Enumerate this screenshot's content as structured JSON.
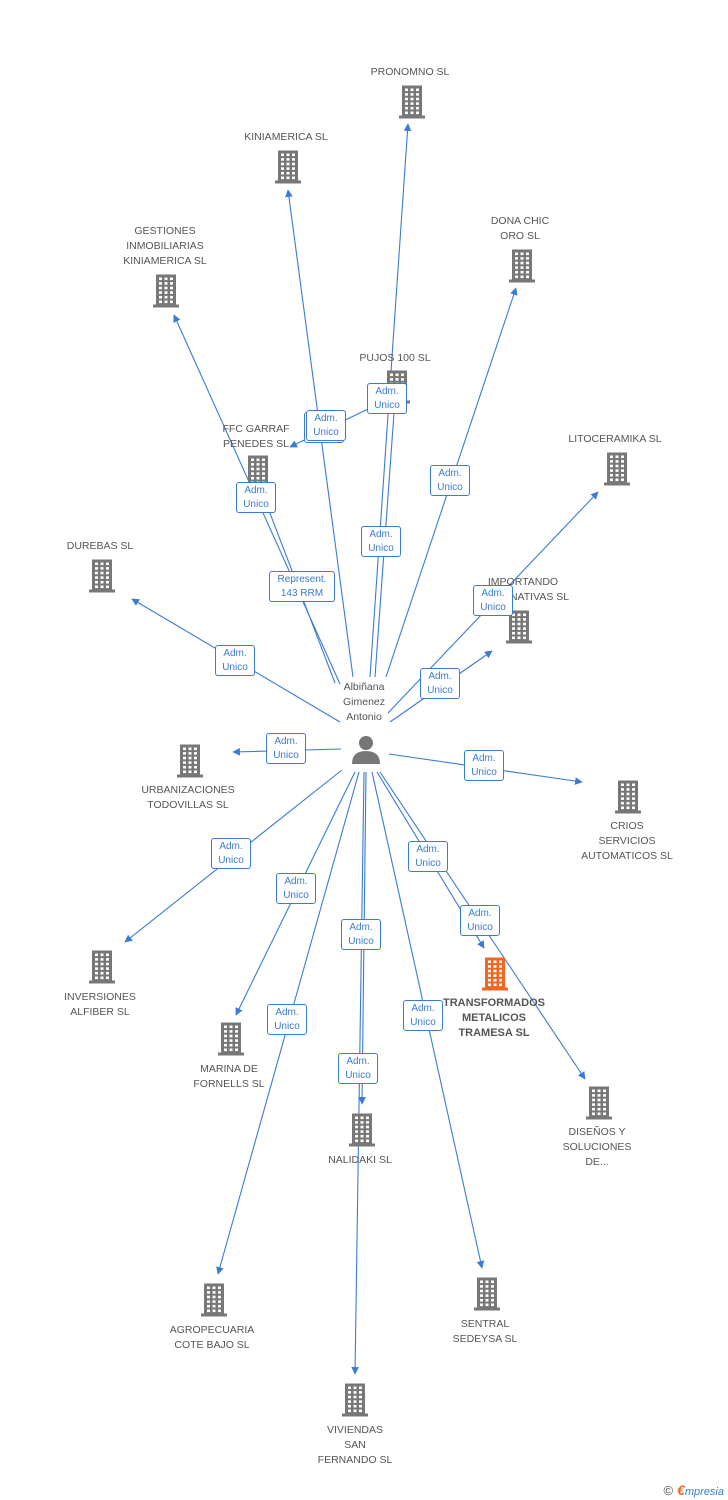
{
  "colors": {
    "edge": "#3a7bd5",
    "building": "#777777",
    "building_main": "#f26522",
    "person": "#777777"
  },
  "center": {
    "label": "Albiñana\nGimenez\nAntonio",
    "icon": "person-icon"
  },
  "nodes": [
    {
      "id": "pronomno",
      "label": "PRONOMNO SL"
    },
    {
      "id": "kiniamerica",
      "label": "KINIAMERICA SL"
    },
    {
      "id": "gestiones",
      "label": "GESTIONES\nINMOBILIARIAS\nKINIAMERICA SL"
    },
    {
      "id": "dona",
      "label": "DONA CHIC\nORO SL"
    },
    {
      "id": "pujos",
      "label": "PUJOS 100 SL"
    },
    {
      "id": "ffc",
      "label": "FFC GARRAF\nPENEDES SL"
    },
    {
      "id": "litoceramika",
      "label": "LITOCERAMIKA SL"
    },
    {
      "id": "durebas",
      "label": "DUREBAS SL"
    },
    {
      "id": "importando",
      "label": "IMPORTANDO\nALTERNATIVAS SL"
    },
    {
      "id": "urbanizaciones",
      "label": "URBANIZACIONES\nTODOVILLAS SL"
    },
    {
      "id": "crios",
      "label": "CRIOS\nSERVICIOS\nAUTOMATICOS SL"
    },
    {
      "id": "inversiones",
      "label": "INVERSIONES\nALFIBER SL"
    },
    {
      "id": "transformados",
      "label": "TRANSFORMADOS\nMETALICOS\nTRAMESA SL",
      "main": true
    },
    {
      "id": "marina",
      "label": "MARINA DE\nFORNELLS SL"
    },
    {
      "id": "nalidaki",
      "label": "NALIDAKI SL"
    },
    {
      "id": "disenos",
      "label": "DISEÑOS Y\nSOLUCIONES\nDE..."
    },
    {
      "id": "agropecuaria",
      "label": "AGROPECUARIA\nCOTE BAJO SL"
    },
    {
      "id": "sentral",
      "label": "SENTRAL\nSEDEYSA SL"
    },
    {
      "id": "viviendas",
      "label": "VIVIENDAS\nSAN\nFERNANDO SL"
    }
  ],
  "edges": [
    {
      "to": "pronomno",
      "label": "Adm.\nUnico"
    },
    {
      "to": "kiniamerica",
      "label": "Adm.\nUnico"
    },
    {
      "to": "gestiones",
      "label": "Represent.\n143 RRM"
    },
    {
      "to": "dona",
      "label": "Adm.\nUnico"
    },
    {
      "to": "pujos",
      "label": "Adm.\nUnico"
    },
    {
      "to": "ffc",
      "label": "Adm.\nUnico"
    },
    {
      "to": "ffc2",
      "label": "Adm.\nUnico"
    },
    {
      "to": "litoceramika",
      "label": "Adm.\nUnico"
    },
    {
      "to": "durebas",
      "label": "Adm.\nUnico"
    },
    {
      "to": "importando",
      "label": "Adm.\nUnico"
    },
    {
      "to": "urbanizaciones",
      "label": "Adm.\nUnico"
    },
    {
      "to": "crios",
      "label": "Adm.\nUnico"
    },
    {
      "to": "inversiones",
      "label": "Adm.\nUnico"
    },
    {
      "to": "transformados",
      "label": "Adm.\nUnico"
    },
    {
      "to": "marina",
      "label": "Adm.\nUnico"
    },
    {
      "to": "nalidaki",
      "label": "Adm.\nUnico"
    },
    {
      "to": "disenos",
      "label": "Adm.\nUnico"
    },
    {
      "to": "agropecuaria",
      "label": "Adm.\nUnico"
    },
    {
      "to": "sentral",
      "label": "Adm.\nUnico"
    },
    {
      "to": "viviendas",
      "label": "Adm.\nUnico"
    }
  ],
  "footer": {
    "copyright": "©",
    "brand_initial": "€",
    "brand_rest": "mpresia"
  }
}
